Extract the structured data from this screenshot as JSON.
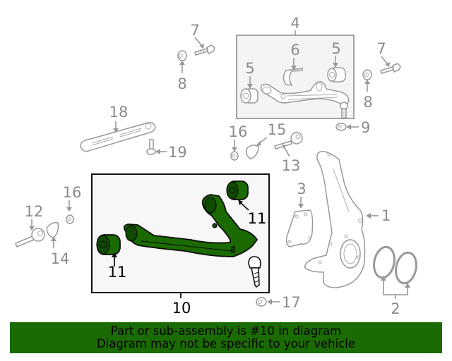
{
  "diagram": {
    "highlighted_part": "10",
    "callouts": [
      {
        "id": "1",
        "label": "1",
        "desc": "steering knuckle"
      },
      {
        "id": "2",
        "label": "2",
        "desc": "seal rings"
      },
      {
        "id": "3",
        "label": "3",
        "desc": "shield bracket"
      },
      {
        "id": "4",
        "label": "4",
        "desc": "upper control arm assembly"
      },
      {
        "id": "5a",
        "label": "5",
        "desc": "bushing"
      },
      {
        "id": "5b",
        "label": "5",
        "desc": "bushing"
      },
      {
        "id": "6",
        "label": "6",
        "desc": "clip"
      },
      {
        "id": "7a",
        "label": "7",
        "desc": "bolt"
      },
      {
        "id": "7b",
        "label": "7",
        "desc": "bolt"
      },
      {
        "id": "8a",
        "label": "8",
        "desc": "nut"
      },
      {
        "id": "8b",
        "label": "8",
        "desc": "nut"
      },
      {
        "id": "9",
        "label": "9",
        "desc": "nut"
      },
      {
        "id": "10",
        "label": "10",
        "desc": "lower control arm assembly"
      },
      {
        "id": "11a",
        "label": "11",
        "desc": "bushing"
      },
      {
        "id": "11b",
        "label": "11",
        "desc": "bushing"
      },
      {
        "id": "12",
        "label": "12",
        "desc": "cam bolt"
      },
      {
        "id": "13",
        "label": "13",
        "desc": "cam bolt"
      },
      {
        "id": "14",
        "label": "14",
        "desc": "cam washer"
      },
      {
        "id": "15",
        "label": "15",
        "desc": "cam washer"
      },
      {
        "id": "16a",
        "label": "16",
        "desc": "nut"
      },
      {
        "id": "16b",
        "label": "16",
        "desc": "nut"
      },
      {
        "id": "17",
        "label": "17",
        "desc": "nut"
      },
      {
        "id": "18",
        "label": "18",
        "desc": "link"
      },
      {
        "id": "19",
        "label": "19",
        "desc": "bolt"
      }
    ]
  },
  "banner": {
    "line1": "Part or sub-assembly is #10 in diagram",
    "line2": "Diagram may not be specific to your vehicle",
    "background": "#1b6b04"
  },
  "colors": {
    "highlight": "#1a6a00",
    "line": "#999999"
  }
}
